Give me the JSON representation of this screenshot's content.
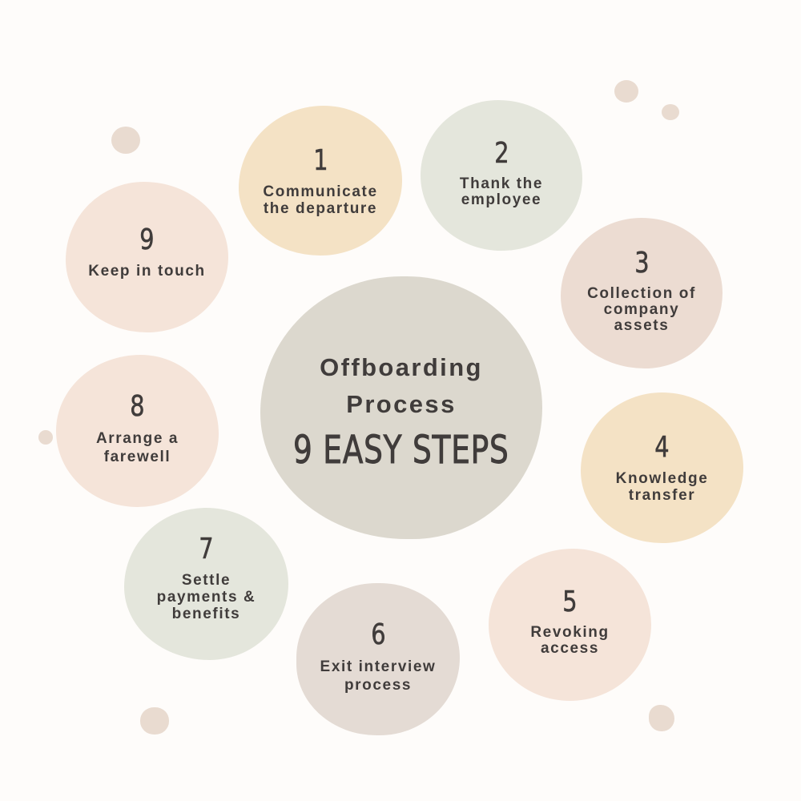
{
  "center": {
    "title": "Offboarding\nProcess",
    "subtitle": "9 EASY STEPS",
    "color": "#dcd8ce"
  },
  "steps": [
    {
      "number": "1",
      "label": "Communicate\nthe departure",
      "color": "#f4e2c5"
    },
    {
      "number": "2",
      "label": "Thank the\nemployee",
      "color": "#e4e6dc"
    },
    {
      "number": "3",
      "label": "Collection of\ncompany\nassets",
      "color": "#ecdcd2"
    },
    {
      "number": "4",
      "label": "Knowledge\ntransfer",
      "color": "#f4e2c5"
    },
    {
      "number": "5",
      "label": "Revoking\naccess",
      "color": "#f5e4d9"
    },
    {
      "number": "6",
      "label": "Exit interview\nprocess",
      "color": "#e4dbd4"
    },
    {
      "number": "7",
      "label": "Settle\npayments &\nbenefits",
      "color": "#e4e6dc"
    },
    {
      "number": "8",
      "label": "Arrange a\nfarewell",
      "color": "#f5e4d9"
    },
    {
      "number": "9",
      "label": "Keep in touch",
      "color": "#f5e4d9"
    }
  ],
  "colors": {
    "background": "#fefcfa",
    "text": "#403c3b",
    "dot": "#e9dbd0"
  }
}
